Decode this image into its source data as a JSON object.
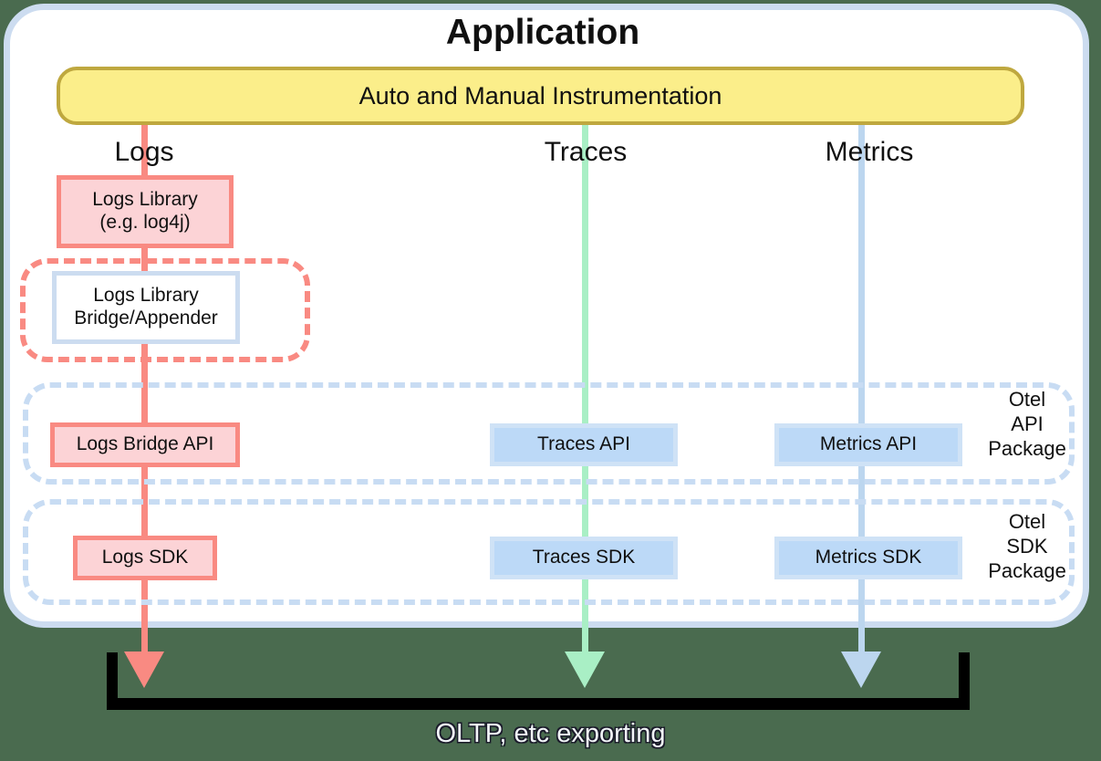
{
  "app": {
    "title": "Application",
    "instrumentation_bar_label": "Auto and Manual Instrumentation"
  },
  "signals": {
    "logs_label": "Logs",
    "traces_label": "Traces",
    "metrics_label": "Metrics"
  },
  "nodes": {
    "logs_library_line1": "Logs Library",
    "logs_library_line2": "(e.g. log4j)",
    "logs_bridge_appender_line1": "Logs Library",
    "logs_bridge_appender_line2": "Bridge/Appender",
    "logs_bridge_api": "Logs Bridge API",
    "traces_api": "Traces API",
    "metrics_api": "Metrics API",
    "logs_sdk": "Logs SDK",
    "traces_sdk": "Traces SDK",
    "metrics_sdk": "Metrics SDK"
  },
  "packages": {
    "api_line1": "Otel",
    "api_line2": "API",
    "api_line3": "Package",
    "sdk_line1": "Otel",
    "sdk_line2": "SDK",
    "sdk_line3": "Package"
  },
  "export": {
    "label": "OLTP, etc exporting"
  },
  "colors": {
    "background": "#4a6b4f",
    "card_border": "#ccdcf0",
    "instrumentation_fill": "#fbee8a",
    "instrumentation_border": "#bfa83f",
    "logs": "#f98a82",
    "logs_fill": "#fcd3d6",
    "traces": "#a9efc5",
    "metrics": "#bcd6ef",
    "blue_node_fill": "#bcd9f7",
    "dashed_blue": "#c8dcf3",
    "bracket": "#000000"
  }
}
